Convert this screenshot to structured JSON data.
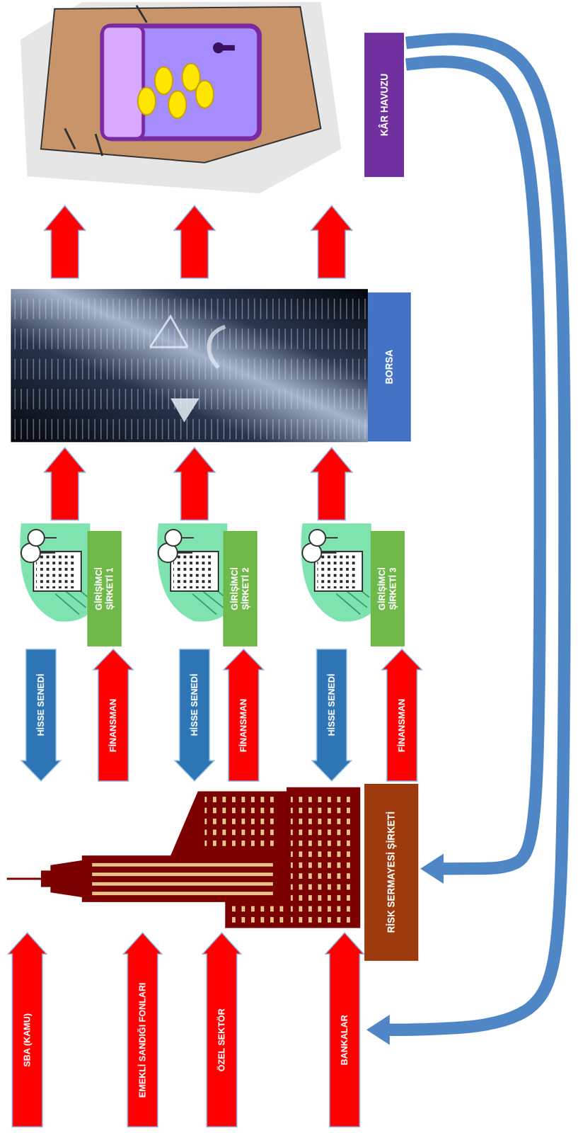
{
  "diagram": {
    "nodes": [
      {
        "text": [
          "SBA (KAMU)"
        ]
      },
      {
        "text": [
          "EMEKLİ SANDIĞI FONLARI"
        ]
      },
      {
        "text": [
          "ÖZEL SEKTÖR"
        ]
      },
      {
        "text": [
          "BANKALAR"
        ]
      },
      {
        "text": [
          "RİSK SERMAYESİ ŞİRKETİ"
        ]
      },
      {
        "text": [
          "GİRİŞİMCİ ŞİRKETİ 1"
        ]
      },
      {
        "text": [
          "GİRİŞİMCİ ŞİRKETİ 2"
        ]
      },
      {
        "text": [
          "GİRİŞİMCİ ŞİRKETİ 3"
        ]
      },
      {
        "text": [
          "BORSA"
        ]
      },
      {
        "text": [
          "KÂR HAVUZU"
        ]
      }
    ],
    "edges": [
      {
        "from": 5,
        "to": 4,
        "label": "HİSSE SENEDİ",
        "arrow": "to"
      },
      {
        "from": 4,
        "to": 5,
        "label": "FİNANSMAN",
        "arrow": "to"
      },
      {
        "from": 6,
        "to": 4,
        "label": "HİSSE SENEDİ",
        "arrow": "to"
      },
      {
        "from": 4,
        "to": 6,
        "label": "FİNANSMAN",
        "arrow": "to"
      },
      {
        "from": 7,
        "to": 4,
        "label": "HİSSE SENEDİ",
        "arrow": "to"
      },
      {
        "from": 4,
        "to": 7,
        "label": "FİNANSMAN",
        "arrow": "to"
      },
      {
        "from": 5,
        "to": 8,
        "arrow": "to"
      },
      {
        "from": 6,
        "to": 8,
        "arrow": "to"
      },
      {
        "from": 7,
        "to": 8,
        "arrow": "to"
      },
      {
        "from": 8,
        "to": 9,
        "arrow": "to"
      },
      {
        "from": 8,
        "to": 9,
        "arrow": "to"
      },
      {
        "from": 8,
        "to": 9,
        "arrow": "to"
      },
      {
        "from": 9,
        "to": 4,
        "arrow": "to"
      },
      {
        "from": 9,
        "to": 3,
        "arrow": "to"
      }
    ]
  }
}
